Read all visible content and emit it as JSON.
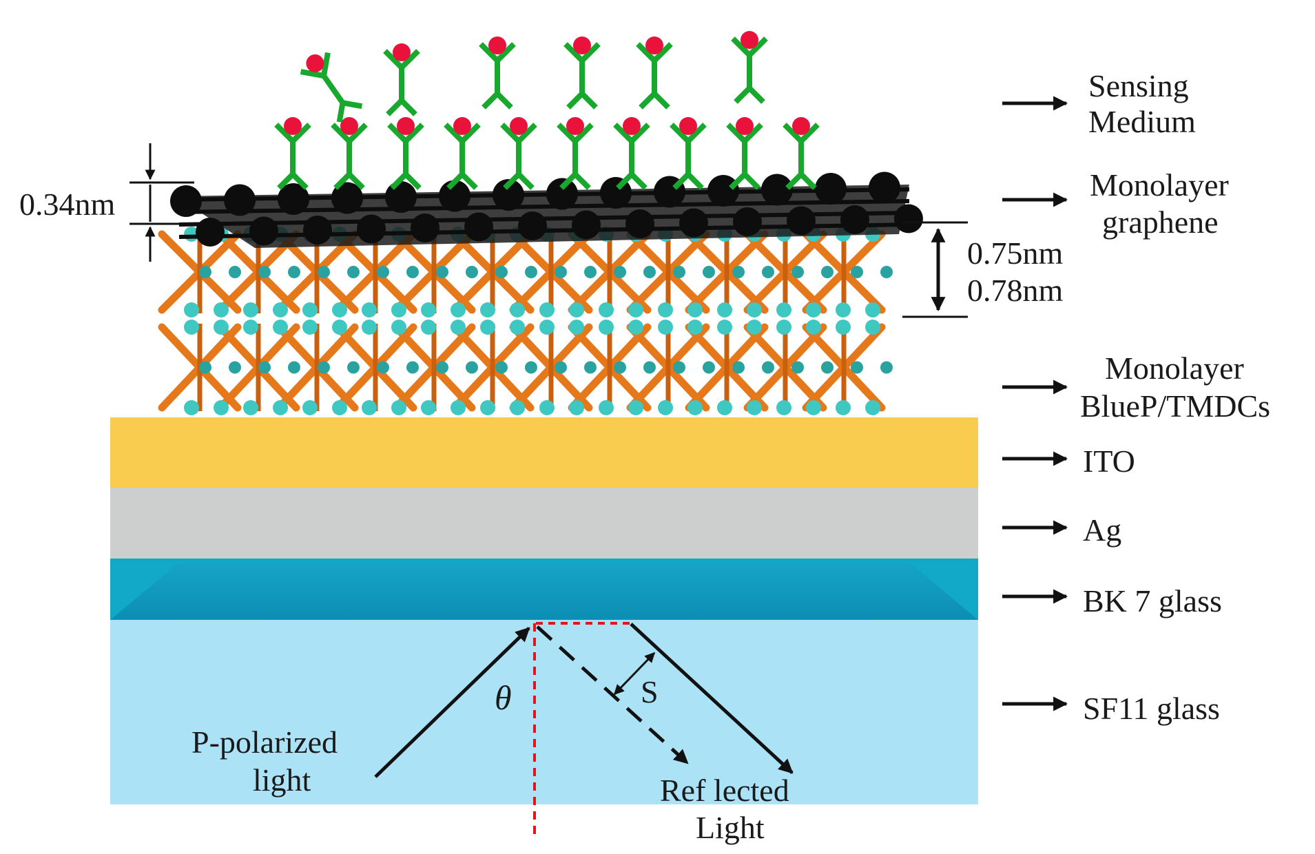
{
  "layers": {
    "sensing_medium": [
      "Sensing",
      "Medium"
    ],
    "graphene": [
      "Monolayer",
      "graphene"
    ],
    "bluep_tmdc": [
      "Monolayer",
      "BlueP/TMDCs"
    ],
    "ito": "ITO",
    "ag": "Ag",
    "bk7": "BK 7 glass",
    "sf11": "SF11 glass"
  },
  "dimensions": {
    "graphene_thickness": "0.34nm",
    "tmdc_thickness_1": "0.75nm",
    "tmdc_thickness_2": "0.78nm"
  },
  "optics": {
    "incident": [
      "P-polarized",
      "light"
    ],
    "reflected": [
      "Ref lected",
      "Light"
    ],
    "angle": "θ",
    "shift": "S"
  },
  "colors": {
    "ito": "#f9cb4f",
    "ag": "#cdcfce",
    "bk7": "#0f9fc4",
    "sf11": "#abe2f6",
    "antibody": "#19a82e",
    "antigen": "#e8123b",
    "carbon": "#0d0d0d",
    "bond": "#e5781a",
    "atom": "#3fc7c2",
    "normal_line": "#e8121a"
  }
}
